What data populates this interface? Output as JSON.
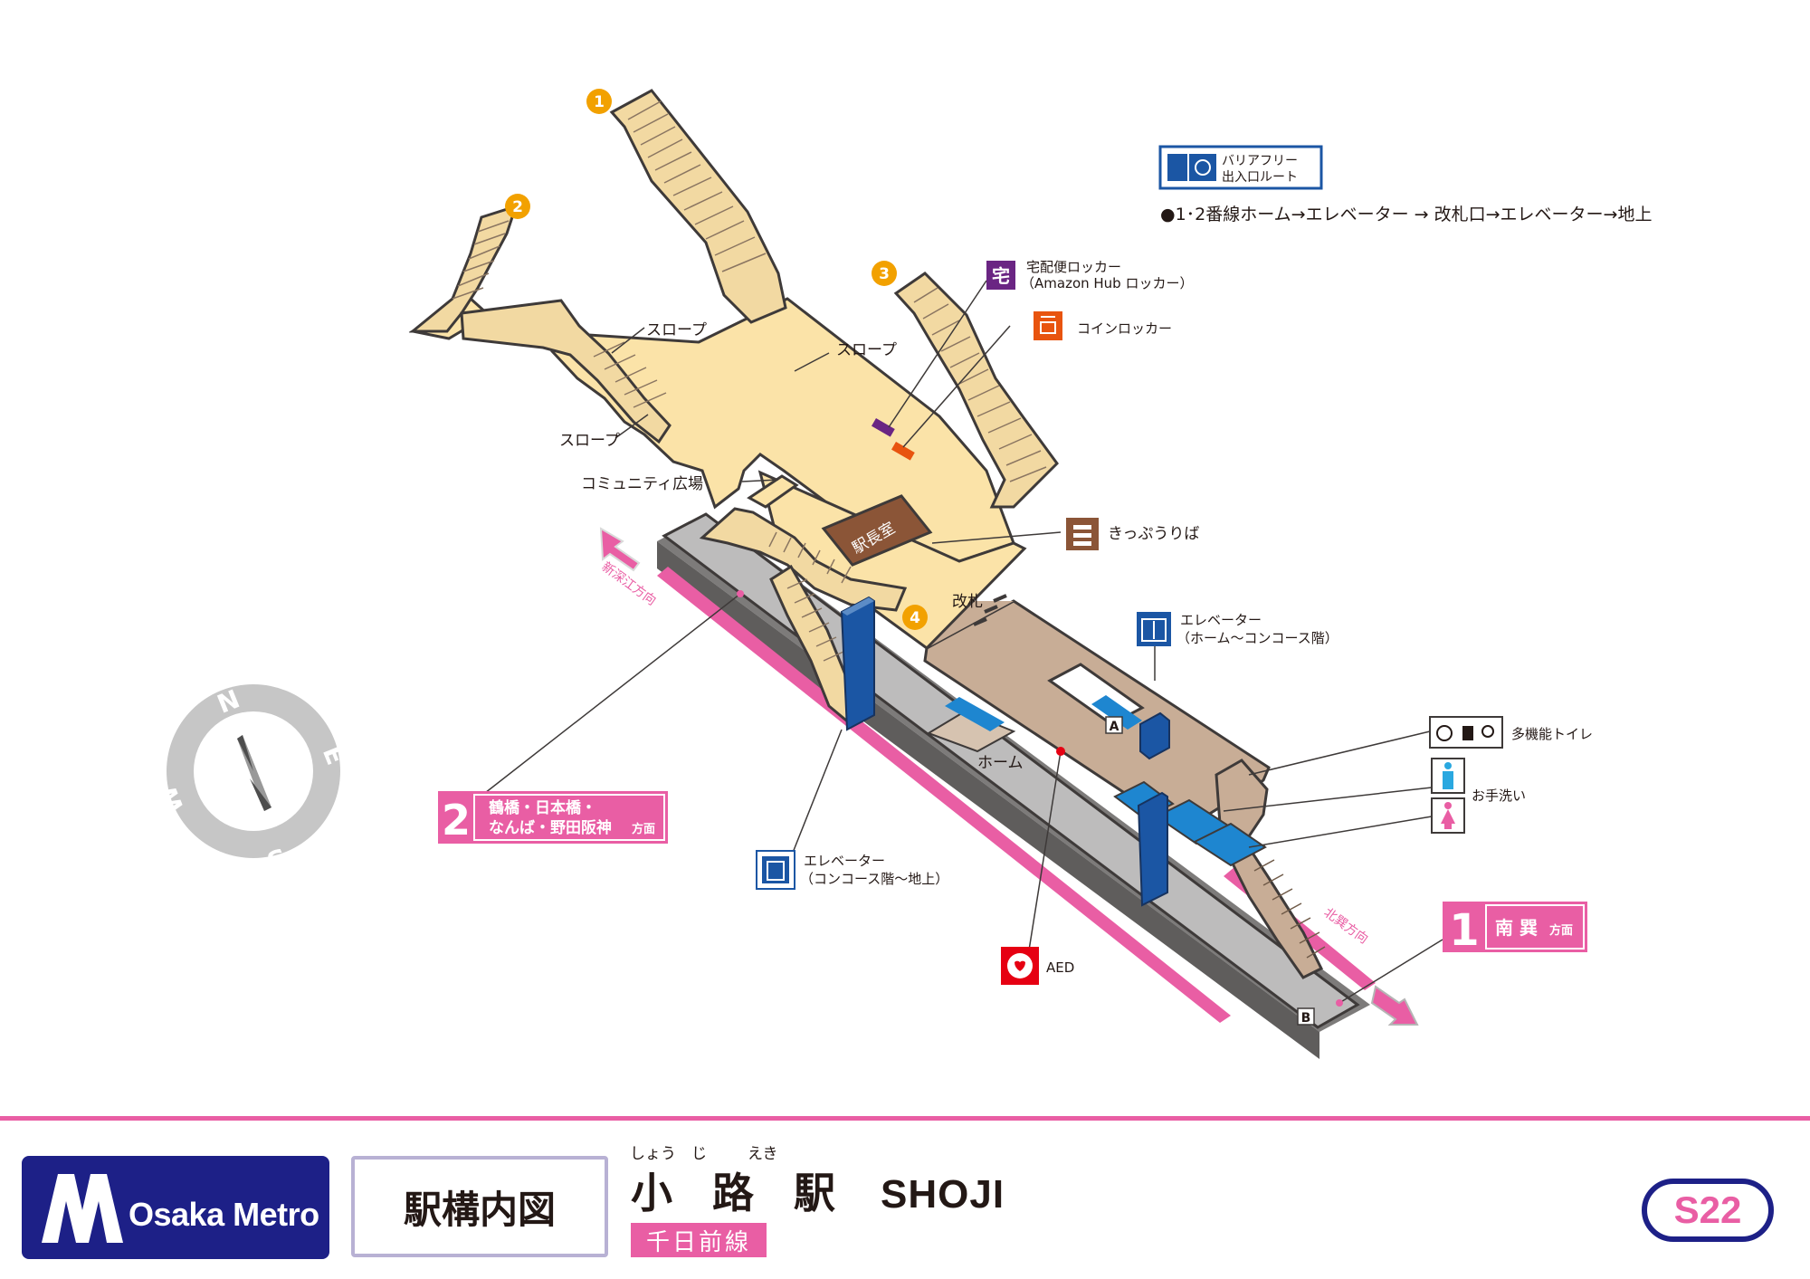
{
  "station": {
    "name": "小 路 駅",
    "name_en": "SHOJI",
    "furigana": [
      "しょう",
      "じ",
      "えき"
    ],
    "line": "千日前線",
    "code": "S22",
    "map_title": "駅構内図",
    "brand": "Osaka Metro"
  },
  "exits": [
    "1",
    "2",
    "3",
    "4"
  ],
  "barrier_free": {
    "title_line1": "バリアフリー",
    "title_line2": "出入口ルート",
    "route": "●1･2番線ホーム→エレベーター → 改札口→エレベーター→地上"
  },
  "facilities": {
    "delivery_locker_line1": "宅配便ロッカー",
    "delivery_locker_line2": "（Amazon Hub ロッカー）",
    "delivery_icon_char": "宅",
    "coin_locker": "コインロッカー",
    "ticket": "きっぷうりば",
    "elevator_platform_line1": "エレベーター",
    "elevator_platform_line2": "（ホーム～コンコース階）",
    "elevator_street_line1": "エレベーター",
    "elevator_street_line2": "（コンコース階～地上）",
    "multi_toilet": "多機能トイレ",
    "toilet": "お手洗い",
    "aed": "AED"
  },
  "labels": {
    "slope": "スロープ",
    "community": "コミュニティ広場",
    "station_office": "駅長室",
    "gate": "改札",
    "platform": "ホーム",
    "marker_a": "A",
    "marker_b": "B"
  },
  "directions": {
    "to_shinfukae": "新深江方向",
    "to_kitatatsumi": "北巽方向"
  },
  "tracks": {
    "track1_number": "1",
    "track1_dest": "南 巽",
    "track1_suffix": "方面",
    "track2_number": "2",
    "track2_dest_line1": "鶴橋・日本橋・",
    "track2_dest_line2": "なんば・野田阪神",
    "track2_suffix": "方面"
  },
  "compass": {
    "n": "N",
    "e": "E",
    "s": "S",
    "w": "W"
  },
  "colors": {
    "concourse": "#fbe3a8",
    "paid_area": "#c8ad96",
    "platform": "#bdbcbc",
    "edge": "#3e3a39",
    "track_pink": "#e95ea4",
    "exit_orange": "#f2a100",
    "metro_navy": "#1d2087",
    "elevator_blue": "#1b56a4",
    "escalator_blue": "#1e86d0",
    "office_brown": "#8b5537",
    "coin_orange": "#e8540f",
    "delivery_purple": "#6a2583",
    "aed_red": "#e60012",
    "toilet_blue": "#2aa8e0",
    "toilet_pink": "#e95ea4"
  }
}
